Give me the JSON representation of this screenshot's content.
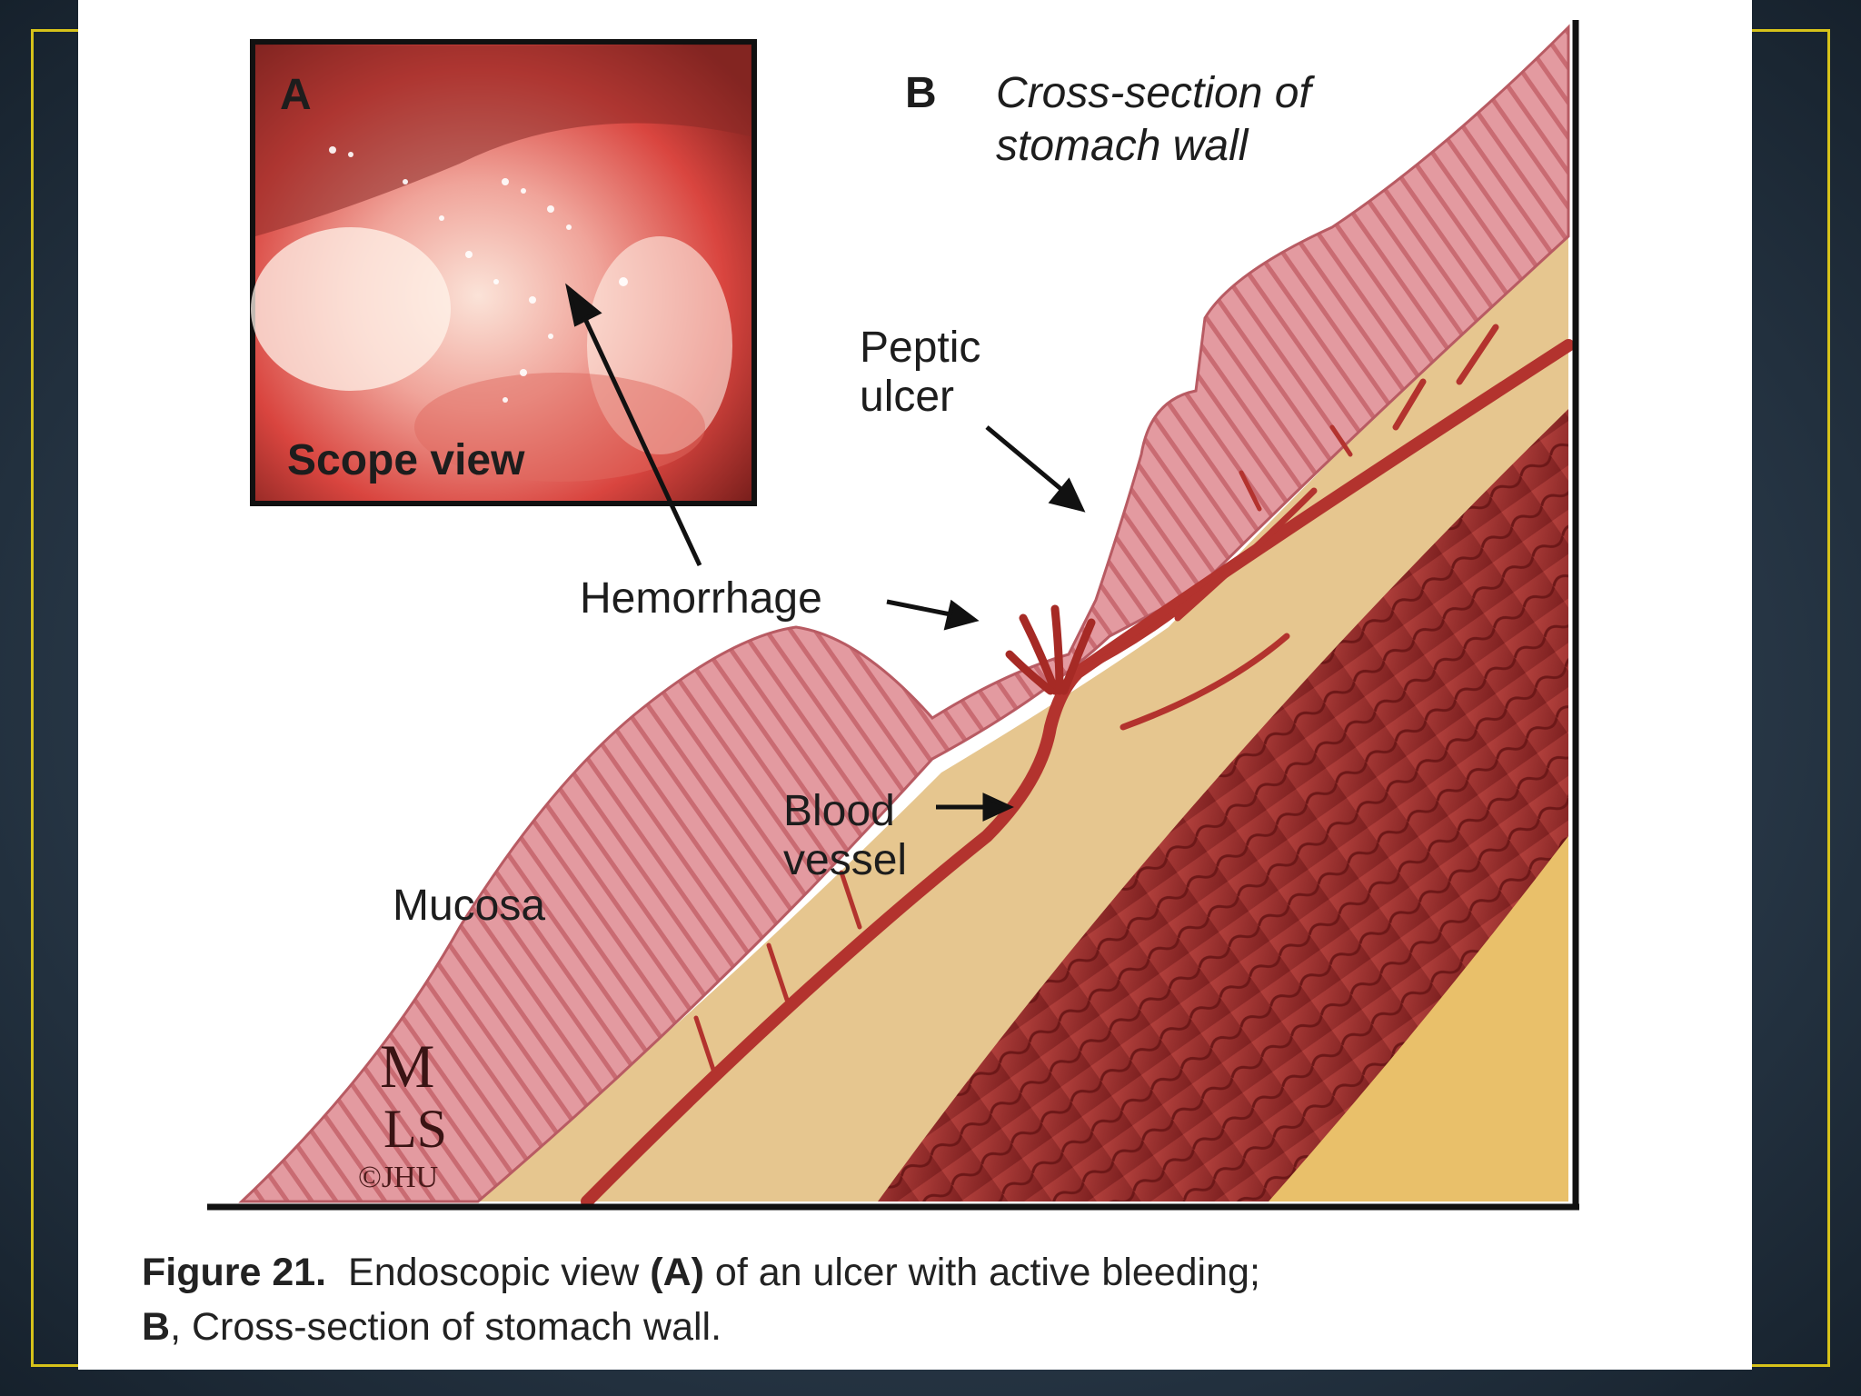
{
  "panel_a": {
    "letter": "A",
    "scope_label": "Scope view"
  },
  "panel_b": {
    "letter": "B",
    "title_line1": "Cross-section of",
    "title_line2": "stomach wall"
  },
  "labels": {
    "peptic_ulcer_line1": "Peptic",
    "peptic_ulcer_line2": "ulcer",
    "hemorrhage": "Hemorrhage",
    "blood_vessel_line1": "Blood",
    "blood_vessel_line2": "vessel",
    "mucosa": "Mucosa"
  },
  "watermark": {
    "line1": "M",
    "line2": "LS",
    "line3": "©JHU"
  },
  "caption": {
    "figure_label": "Figure 21.",
    "part1": "Endoscopic view",
    "part1_ref": "(A)",
    "part2": "of an ulcer with active bleeding;",
    "line2_ref": "B",
    "line2_text": ", Cross-section of stomach wall."
  },
  "colors": {
    "frame_border": "#d6c21a",
    "mucosa": "#d9848a",
    "submucosa": "#e6c68f",
    "muscle": "#9c2f2f",
    "vessel": "#b3332e"
  }
}
